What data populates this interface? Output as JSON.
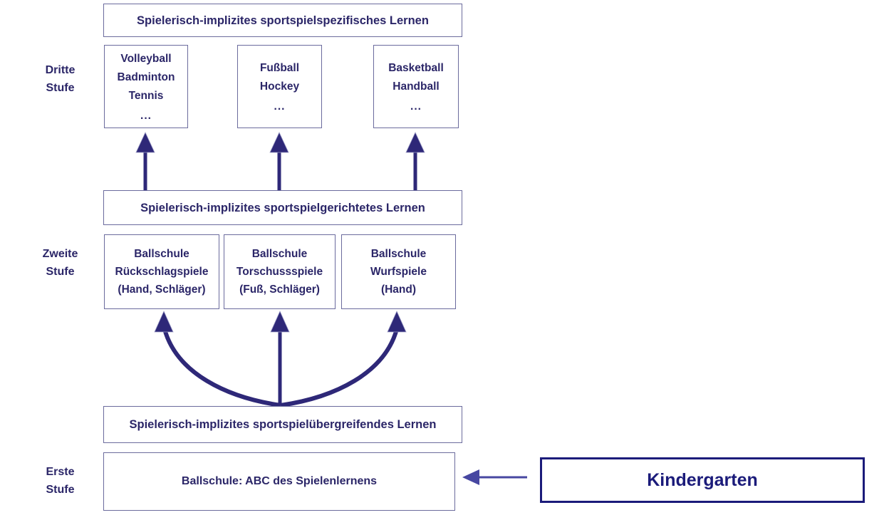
{
  "stage_labels": [
    {
      "id": "dritte",
      "lines": [
        "Dritte",
        "Stufe"
      ]
    },
    {
      "id": "zweite",
      "lines": [
        "Zweite",
        "Stufe"
      ]
    },
    {
      "id": "erste",
      "lines": [
        "Erste",
        "Stufe"
      ]
    }
  ],
  "levels": {
    "three": {
      "header": "Spielerisch-implizites sportspielspezifisches Lernen",
      "boxes": [
        {
          "lines": [
            "Volleyball",
            "Badminton",
            "Tennis"
          ],
          "dots": "..."
        },
        {
          "lines": [
            "Fußball",
            "Hockey"
          ],
          "dots": "..."
        },
        {
          "lines": [
            "Basketball",
            "Handball"
          ],
          "dots": "..."
        }
      ]
    },
    "two": {
      "header": "Spielerisch-implizites sportspielgerichtetes Lernen",
      "boxes": [
        {
          "lines": [
            "Ballschule",
            "Rückschlagspiele",
            "(Hand, Schläger)"
          ]
        },
        {
          "lines": [
            "Ballschule",
            "Torschussspiele",
            "(Fuß, Schläger)"
          ]
        },
        {
          "lines": [
            "Ballschule",
            "Wurfspiele",
            "(Hand)"
          ]
        }
      ]
    },
    "one": {
      "header": "Spielerisch-implizites sportspielübergreifendes Lernen",
      "box": "Ballschule: ABC des Spielenlernens"
    }
  },
  "kindergarten": {
    "label": "Kindergarten"
  },
  "colors": {
    "text": "#2b2668",
    "box_border": "#6b6b9d",
    "arrow": "#2e2878",
    "kindergarten_border": "#1b1b7a",
    "kindergarten_arrow": "#4747a1",
    "background": "#ffffff"
  }
}
